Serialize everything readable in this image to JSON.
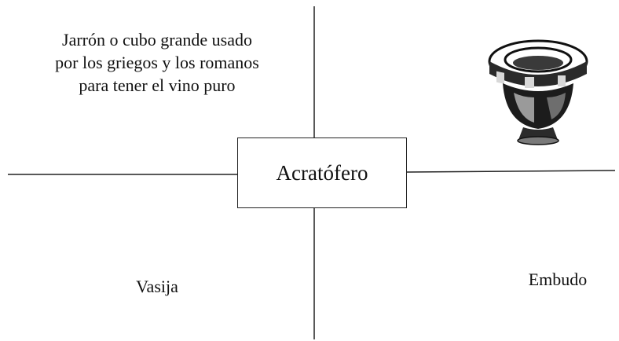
{
  "diagram": {
    "center_term": "Acratófero",
    "definition_lines": [
      "Jarrón o cubo grande usado",
      "por los griegos y los romanos",
      "para tener el vino puro"
    ],
    "example": "Vasija",
    "non_example": "Embudo",
    "illustration": "krater-vessel-icon"
  },
  "colors": {
    "line": "#222222",
    "text": "#111111",
    "background": "#ffffff"
  }
}
